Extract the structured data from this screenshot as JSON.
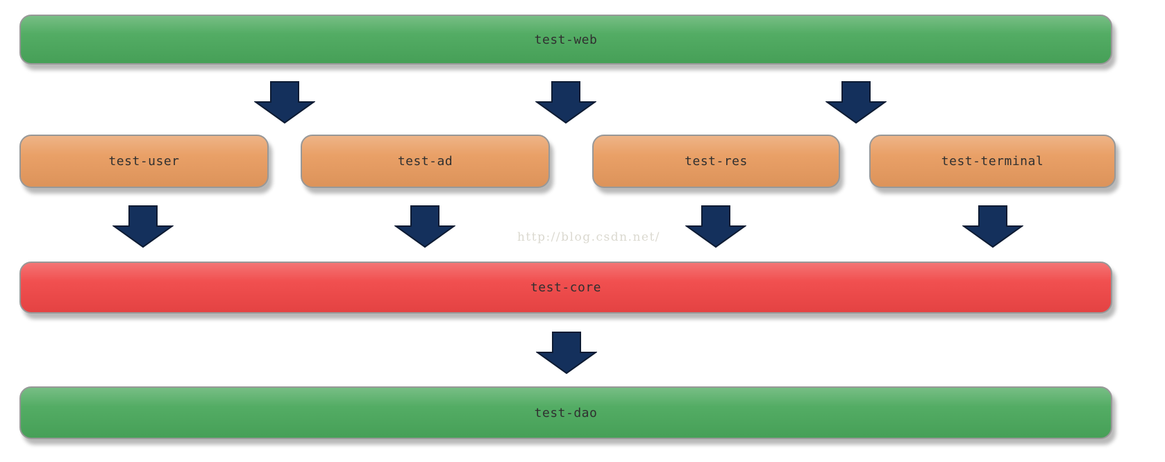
{
  "diagram": {
    "top_bar": {
      "label": "test-web"
    },
    "modules": [
      {
        "label": "test-user"
      },
      {
        "label": "test-ad"
      },
      {
        "label": "test-res"
      },
      {
        "label": "test-terminal"
      }
    ],
    "core_bar": {
      "label": "test-core"
    },
    "dao_bar": {
      "label": "test-dao"
    },
    "arrows": {
      "direction": "down",
      "web_to_modules_count": 3,
      "modules_to_core_count": 4,
      "core_to_dao_count": 1
    }
  },
  "watermark": {
    "text": "http://blog.csdn.net/"
  },
  "colors": {
    "green": "#4aa85c",
    "orange": "#e89b5f",
    "red": "#f04646",
    "arrow_fill": "#14305c",
    "arrow_outline": "#0d1b33",
    "label_text": "#303030",
    "watermark_text": "#dbd9d0"
  }
}
